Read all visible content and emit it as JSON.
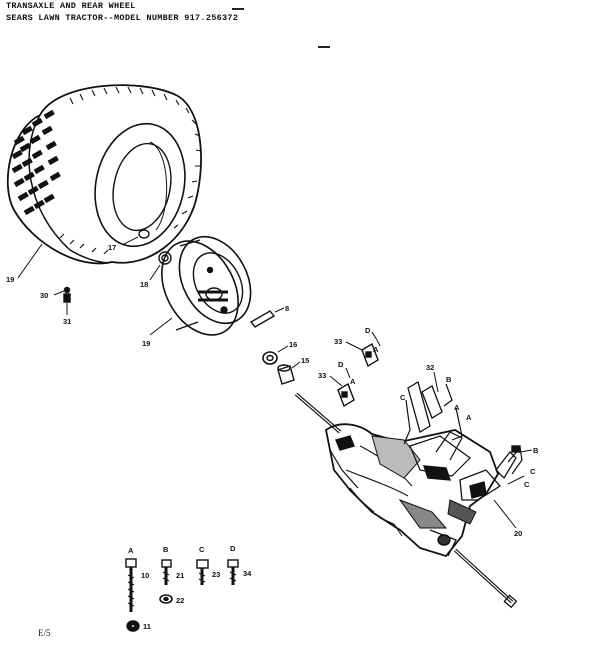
{
  "header": {
    "title": "TRANSAXLE AND REAR WHEEL",
    "subtitle": "SEARS LAWN TRACTOR--MODEL NUMBER  917.256372"
  },
  "callouts": {
    "tire": "19",
    "rim": "19",
    "valve": "17",
    "retainer_ring": "18",
    "bolt_30": "30",
    "bolt_31": "31",
    "key_8": "8",
    "washer_16": "16",
    "spacer_15": "15",
    "clip_33_upper": "33",
    "clip_33_lower": "33",
    "clip_32": "32",
    "bracket_20": "20",
    "letter_d1": "D",
    "letter_a1": "A",
    "letter_d2": "D",
    "letter_a2": "A",
    "letter_c1": "C",
    "letter_b1": "B",
    "letter_a3": "A",
    "letter_a4": "A",
    "letter_b2": "B",
    "letter_c2": "C",
    "letter_c3": "C"
  },
  "hardware_legend": [
    {
      "letter": "A",
      "number": "10"
    },
    {
      "letter": "B",
      "number": "21"
    },
    {
      "letter": "C",
      "number": "23"
    },
    {
      "letter": "D",
      "number": "34"
    }
  ],
  "hardware_extra": {
    "washer_22": "22",
    "nut_11": "11"
  },
  "footer": {
    "page_ref": "E/5"
  }
}
